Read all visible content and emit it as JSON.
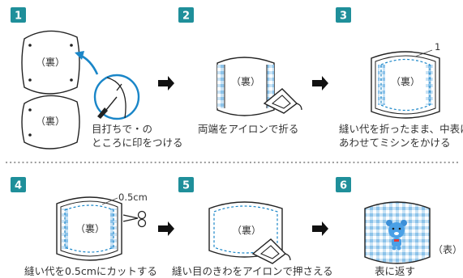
{
  "colors": {
    "badge": "#1f8f9a",
    "outline": "#222222",
    "dashed": "#1a86c8",
    "fold_fill": "#cfe6f7",
    "dotted_separator": "#9a9a9a",
    "pointer_arrow": "#1a86c8"
  },
  "steps": [
    {
      "num": "1",
      "caption_line1": "目打ちで・の",
      "caption_line2": "ところに印をつける"
    },
    {
      "num": "2",
      "caption_line1": "両端をアイロンで折る"
    },
    {
      "num": "3",
      "caption_line1": "縫い代を折ったまま、中表に",
      "caption_line2": "あわせてミシンをかける"
    },
    {
      "num": "4",
      "caption_line1": "縫い代を0.5cmにカットする"
    },
    {
      "num": "5",
      "caption_line1": "縫い目のきわをアイロンで押さえる"
    },
    {
      "num": "6",
      "caption_line1": "表に返す"
    }
  ],
  "labels": {
    "ura": "（裏）",
    "omote": "（表）",
    "step3_marker": "1",
    "step4_measure": "0.5cm"
  },
  "icons": {
    "awl": "awl-icon",
    "iron": "iron-icon",
    "scissors": "scissors-icon",
    "arrow": "right-arrow-icon",
    "bear": "bear-print-icon"
  }
}
